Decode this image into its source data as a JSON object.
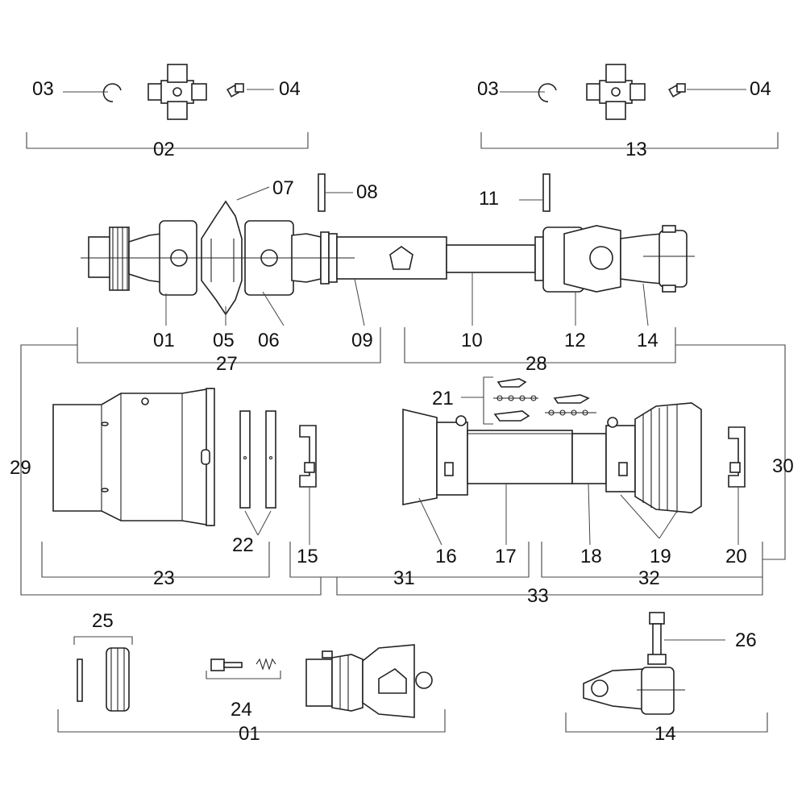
{
  "diagram": {
    "labels": {
      "l01a": "01",
      "l01b": "01",
      "l02": "02",
      "l03a": "03",
      "l03b": "03",
      "l04a": "04",
      "l04b": "04",
      "l05": "05",
      "l06": "06",
      "l07": "07",
      "l08": "08",
      "l09": "09",
      "l10": "10",
      "l11": "11",
      "l12": "12",
      "l13": "13",
      "l14a": "14",
      "l14b": "14",
      "l15": "15",
      "l16": "16",
      "l17": "17",
      "l18": "18",
      "l19": "19",
      "l20": "20",
      "l21": "21",
      "l22": "22",
      "l23": "23",
      "l24": "24",
      "l25": "25",
      "l26": "26",
      "l27": "27",
      "l28": "28",
      "l29": "29",
      "l30": "30",
      "l31": "31",
      "l32": "32",
      "l33": "33"
    }
  }
}
